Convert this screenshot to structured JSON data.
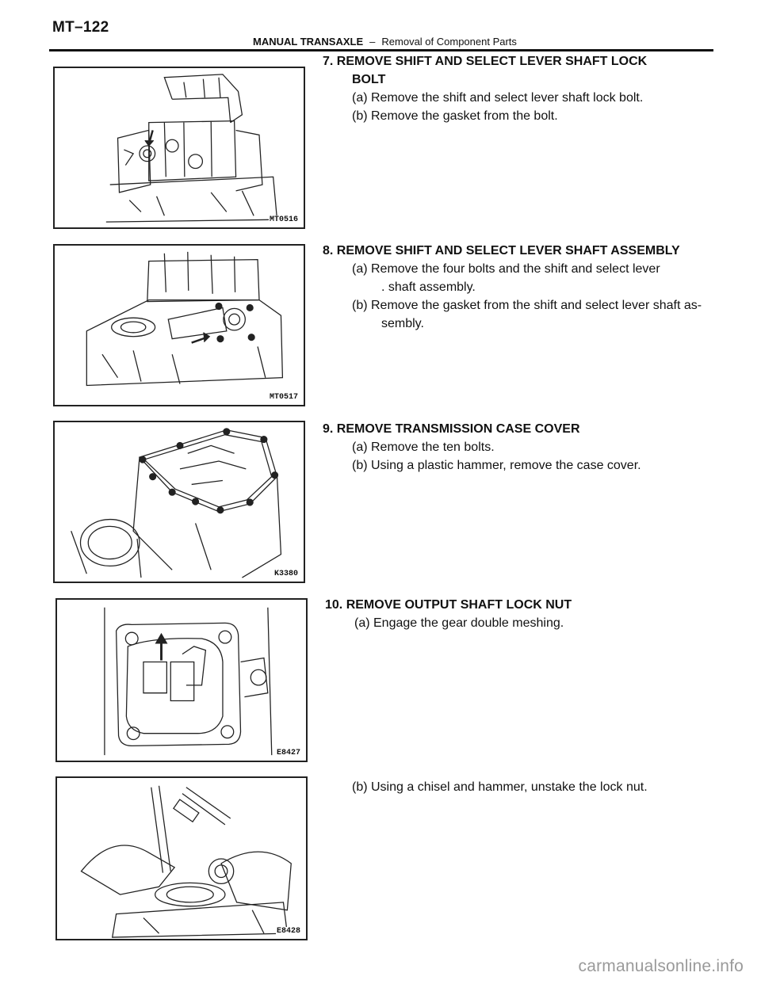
{
  "header": {
    "page_number": "MT–122",
    "section": "MANUAL TRANSAXLE",
    "separator": "–",
    "subsection": "Removal of Component Parts"
  },
  "figures": [
    {
      "code": "MT0516",
      "subject": "transaxle-case-lock-bolt"
    },
    {
      "code": "MT0517",
      "subject": "shift-select-lever-shaft-assembly"
    },
    {
      "code": "K3380",
      "subject": "transmission-case-cover"
    },
    {
      "code": "E8427",
      "subject": "output-shaft-gear-meshing"
    },
    {
      "code": "E8428",
      "subject": "chisel-hammer-lock-nut"
    }
  ],
  "steps": [
    {
      "title_line1": "7. REMOVE SHIFT AND SELECT LEVER SHAFT LOCK",
      "title_line2": "BOLT",
      "items": [
        {
          "line1": "(a) Remove the shift and select lever shaft lock bolt."
        },
        {
          "line1": "(b) Remove the gasket from the bolt."
        }
      ]
    },
    {
      "title_line1": "8. REMOVE SHIFT AND SELECT LEVER SHAFT ASSEMBLY",
      "items": [
        {
          "line1": "(a) Remove the four bolts and the shift and select lever",
          "line2": ". shaft assembly."
        },
        {
          "line1": "(b) Remove the gasket from the shift and select lever shaft as-",
          "line2": "sembly."
        }
      ]
    },
    {
      "title_line1": "9. REMOVE TRANSMISSION CASE COVER",
      "items": [
        {
          "line1": "(a) Remove the ten bolts."
        },
        {
          "line1": "(b) Using a plastic hammer, remove the case cover."
        }
      ]
    },
    {
      "title_line1": "10. REMOVE OUTPUT SHAFT LOCK NUT",
      "items": [
        {
          "line1": "(a) Engage the gear double meshing."
        }
      ]
    },
    {
      "items": [
        {
          "line1": "(b) Using a chisel and hammer, unstake the lock nut."
        }
      ]
    }
  ],
  "watermark": "carmanualsonline.info"
}
